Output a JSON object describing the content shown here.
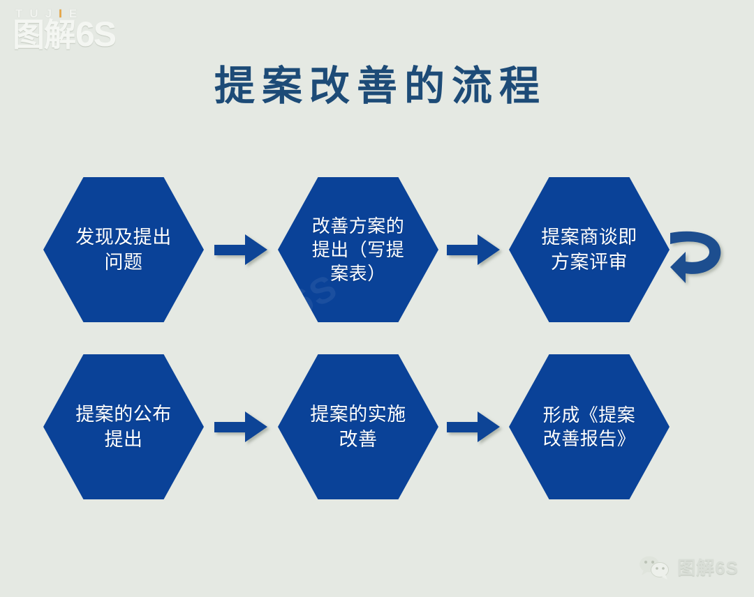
{
  "brand": {
    "top_text": "TUJ",
    "top_accent": "I",
    "top_text_end": "E",
    "main_text": "图解",
    "main_number": "6S"
  },
  "title": "提案改善的流程",
  "colors": {
    "background": "#e5e9e3",
    "hexagon_fill": "#0a4298",
    "arrow_fill": "#0d4496",
    "loop_arrow_fill": "#1d4e8f",
    "title_text": "#1d4b77",
    "hexagon_text": "#ffffff",
    "logo_text": "#f4f6f2",
    "logo_accent": "#e8a33d",
    "watermark_text": "#d9ded6"
  },
  "flow": {
    "nodes": [
      {
        "id": "node-1",
        "step": 1,
        "label": "发现及提出问题",
        "row": 1,
        "column": 1
      },
      {
        "id": "node-2",
        "step": 2,
        "label": "改善方案的提出（写提案表）",
        "row": 1,
        "column": 2,
        "watermark": "6S"
      },
      {
        "id": "node-3",
        "step": 3,
        "label": "提案商谈即方案评审",
        "row": 1,
        "column": 3
      },
      {
        "id": "node-4",
        "step": 4,
        "label": "提案的公布提出",
        "row": 2,
        "column": 1
      },
      {
        "id": "node-5",
        "step": 5,
        "label": "提案的实施改善",
        "row": 2,
        "column": 2
      },
      {
        "id": "node-6",
        "step": 6,
        "label": "形成《提案改善报告》",
        "row": 2,
        "column": 3
      }
    ],
    "connectors": [
      {
        "id": "arrow-1",
        "from": "node-1",
        "to": "node-2",
        "type": "straight-right"
      },
      {
        "id": "arrow-2",
        "from": "node-2",
        "to": "node-3",
        "type": "straight-right"
      },
      {
        "id": "loop-arrow",
        "from": "node-3",
        "to": "node-4",
        "type": "loop-return"
      },
      {
        "id": "arrow-3",
        "from": "node-4",
        "to": "node-5",
        "type": "straight-right"
      },
      {
        "id": "arrow-4",
        "from": "node-5",
        "to": "node-6",
        "type": "straight-right"
      }
    ]
  },
  "watermark_badge": {
    "icon": "wechat-icon",
    "text": "图解6S"
  }
}
